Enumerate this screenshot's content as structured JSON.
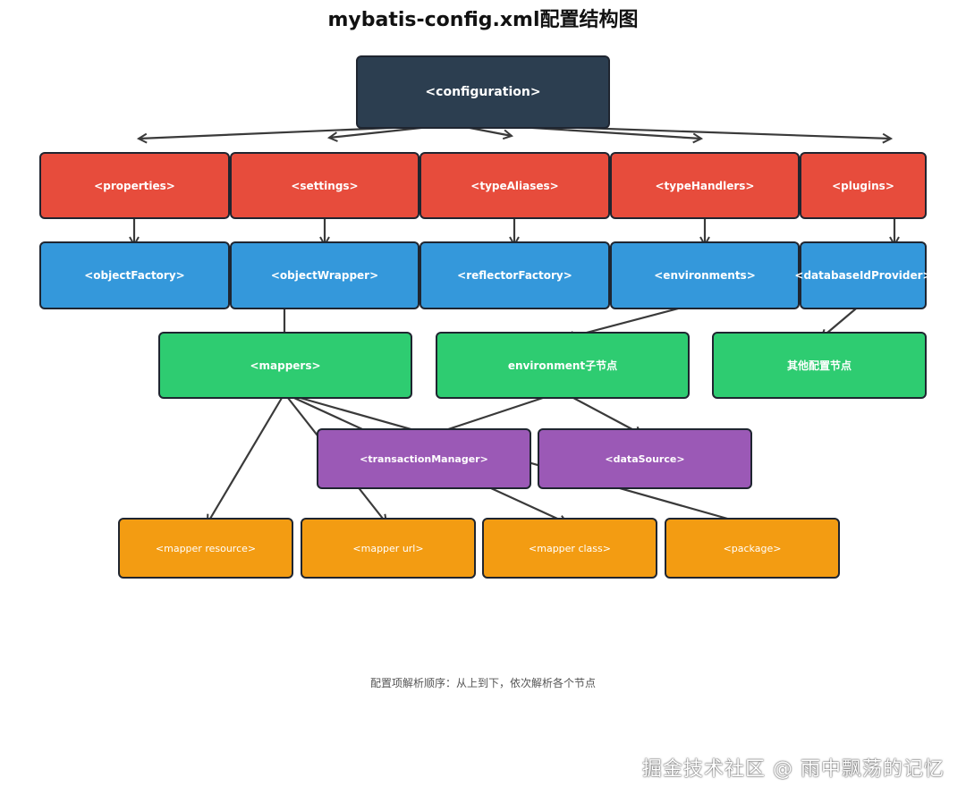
{
  "title": "mybatis-config.xml配置结构图",
  "root": "<configuration>",
  "level1": [
    "<properties>",
    "<settings>",
    "<typeAliases>",
    "<typeHandlers>",
    "<plugins>"
  ],
  "level2": [
    "<objectFactory>",
    "<objectWrapper>",
    "<reflectorFactory>",
    "<environments>",
    "<databaseIdProvider>"
  ],
  "level3": [
    "<mappers>",
    "environment子节点",
    "其他配置节点"
  ],
  "level4": [
    "<transactionManager>",
    "<dataSource>"
  ],
  "level5": [
    "<mapper resource>",
    "<mapper url>",
    "<mapper class>",
    "<package>"
  ],
  "footnote": "配置项解析顺序：从上到下，依次解析各个节点",
  "watermark": "掘金技术社区 @ 雨中飘荡的记忆",
  "colors": {
    "root": "#2c3e50",
    "level1": "#e74c3c",
    "level2": "#3498db",
    "level3": "#2ecc71",
    "level4": "#9b59b6",
    "level5": "#f39c12",
    "arrow": "#3a3a3a"
  }
}
